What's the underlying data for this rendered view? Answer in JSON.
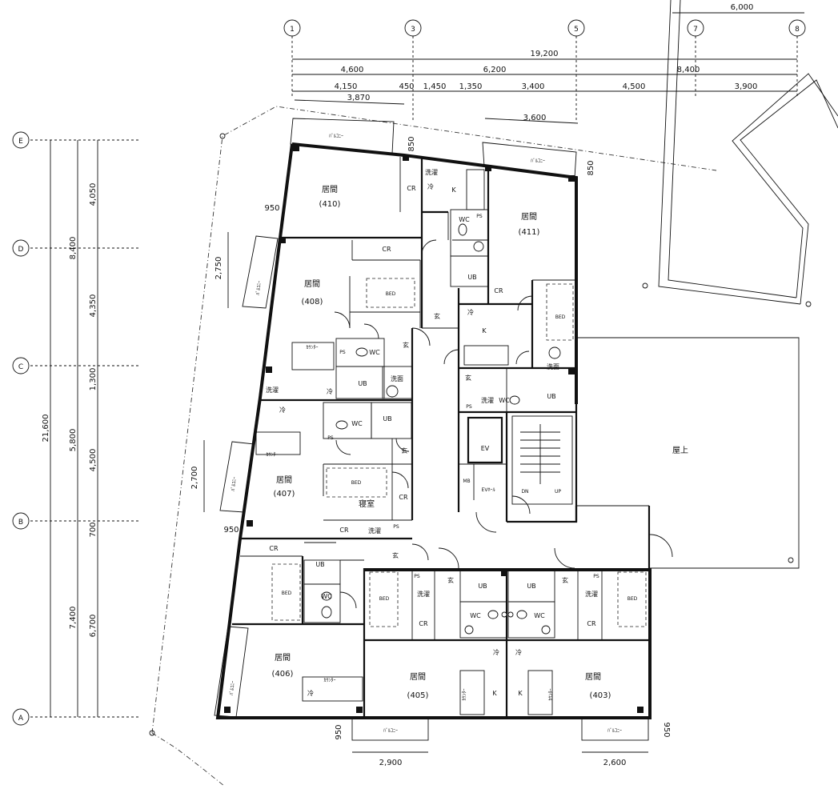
{
  "grid": {
    "columns": [
      "1",
      "3",
      "5",
      "7",
      "8"
    ],
    "rows": [
      "E",
      "D",
      "C",
      "B",
      "A"
    ]
  },
  "dims_top": {
    "total": "19,200",
    "row2": [
      "4,600",
      "6,200",
      "8,400"
    ],
    "row3": [
      "4,150",
      "450",
      "1,450",
      "1,350",
      "3,400",
      "4,500",
      "3,900"
    ],
    "d3870": "3,870",
    "d3600": "3,600",
    "d6000": "6,000"
  },
  "dims_left": {
    "total": "21,600",
    "outer": [
      "8,400",
      "5,800",
      "7,400"
    ],
    "inner": [
      "4,050",
      "4,350",
      "1,300",
      "4,500",
      "700",
      "6,700"
    ]
  },
  "dims_misc": {
    "d950_a": "950",
    "d2750": "2,750",
    "d2700": "2,700",
    "d950_b": "950",
    "d850_a": "850",
    "d850_b": "850",
    "d950_c": "950",
    "d950_d": "950",
    "d2900": "2,900",
    "d2600": "2,600"
  },
  "labels": {
    "living": "居間",
    "r410": "(410)",
    "r411": "(411)",
    "r408": "(408)",
    "r407": "(407)",
    "r406": "(406)",
    "r405": "(405)",
    "r403": "(403)",
    "balcony": "ﾊﾞﾙｺﾆｰ",
    "counter": "ｶｳﾝﾀｰ",
    "wc": "WC",
    "ub": "UB",
    "cr": "CR",
    "bed": "BED",
    "k": "K",
    "genkan": "玄",
    "washer": "洗濯",
    "washroom": "洗面",
    "fridge": "冷",
    "ps": "PS",
    "ev": "EV",
    "ev_hall": "EVﾎｰﾙ",
    "mb": "MB",
    "dn": "DN",
    "up": "UP",
    "bedroom": "寝室",
    "rooftop": "屋上"
  }
}
